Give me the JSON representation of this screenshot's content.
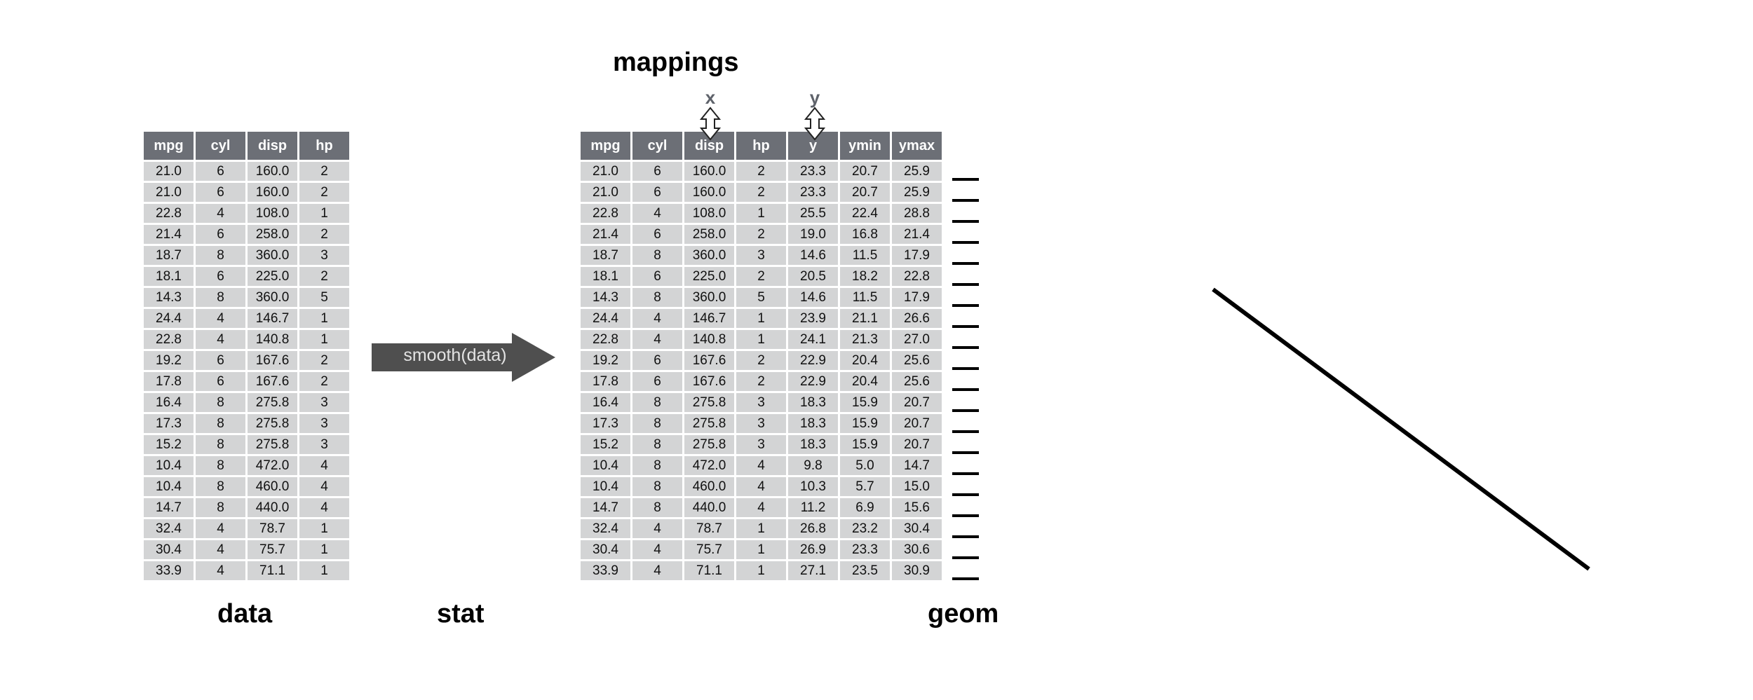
{
  "labels": {
    "mappings": "mappings",
    "data": "data",
    "stat": "stat",
    "geom": "geom",
    "x": "x",
    "y": "y",
    "stat_function": "smooth(data)"
  },
  "left_table": {
    "columns": [
      "mpg",
      "cyl",
      "disp",
      "hp"
    ],
    "rows": [
      [
        "21.0",
        "6",
        "160.0",
        "2"
      ],
      [
        "21.0",
        "6",
        "160.0",
        "2"
      ],
      [
        "22.8",
        "4",
        "108.0",
        "1"
      ],
      [
        "21.4",
        "6",
        "258.0",
        "2"
      ],
      [
        "18.7",
        "8",
        "360.0",
        "3"
      ],
      [
        "18.1",
        "6",
        "225.0",
        "2"
      ],
      [
        "14.3",
        "8",
        "360.0",
        "5"
      ],
      [
        "24.4",
        "4",
        "146.7",
        "1"
      ],
      [
        "22.8",
        "4",
        "140.8",
        "1"
      ],
      [
        "19.2",
        "6",
        "167.6",
        "2"
      ],
      [
        "17.8",
        "6",
        "167.6",
        "2"
      ],
      [
        "16.4",
        "8",
        "275.8",
        "3"
      ],
      [
        "17.3",
        "8",
        "275.8",
        "3"
      ],
      [
        "15.2",
        "8",
        "275.8",
        "3"
      ],
      [
        "10.4",
        "8",
        "472.0",
        "4"
      ],
      [
        "10.4",
        "8",
        "460.0",
        "4"
      ],
      [
        "14.7",
        "8",
        "440.0",
        "4"
      ],
      [
        "32.4",
        "4",
        "78.7",
        "1"
      ],
      [
        "30.4",
        "4",
        "75.7",
        "1"
      ],
      [
        "33.9",
        "4",
        "71.1",
        "1"
      ]
    ]
  },
  "right_table": {
    "columns": [
      "mpg",
      "cyl",
      "disp",
      "hp",
      "y",
      "ymin",
      "ymax"
    ],
    "rows": [
      [
        "21.0",
        "6",
        "160.0",
        "2",
        "23.3",
        "20.7",
        "25.9"
      ],
      [
        "21.0",
        "6",
        "160.0",
        "2",
        "23.3",
        "20.7",
        "25.9"
      ],
      [
        "22.8",
        "4",
        "108.0",
        "1",
        "25.5",
        "22.4",
        "28.8"
      ],
      [
        "21.4",
        "6",
        "258.0",
        "2",
        "19.0",
        "16.8",
        "21.4"
      ],
      [
        "18.7",
        "8",
        "360.0",
        "3",
        "14.6",
        "11.5",
        "17.9"
      ],
      [
        "18.1",
        "6",
        "225.0",
        "2",
        "20.5",
        "18.2",
        "22.8"
      ],
      [
        "14.3",
        "8",
        "360.0",
        "5",
        "14.6",
        "11.5",
        "17.9"
      ],
      [
        "24.4",
        "4",
        "146.7",
        "1",
        "23.9",
        "21.1",
        "26.6"
      ],
      [
        "22.8",
        "4",
        "140.8",
        "1",
        "24.1",
        "21.3",
        "27.0"
      ],
      [
        "19.2",
        "6",
        "167.6",
        "2",
        "22.9",
        "20.4",
        "25.6"
      ],
      [
        "17.8",
        "6",
        "167.6",
        "2",
        "22.9",
        "20.4",
        "25.6"
      ],
      [
        "16.4",
        "8",
        "275.8",
        "3",
        "18.3",
        "15.9",
        "20.7"
      ],
      [
        "17.3",
        "8",
        "275.8",
        "3",
        "18.3",
        "15.9",
        "20.7"
      ],
      [
        "15.2",
        "8",
        "275.8",
        "3",
        "18.3",
        "15.9",
        "20.7"
      ],
      [
        "10.4",
        "8",
        "472.0",
        "4",
        "9.8",
        "5.0",
        "14.7"
      ],
      [
        "10.4",
        "8",
        "460.0",
        "4",
        "10.3",
        "5.7",
        "15.0"
      ],
      [
        "14.7",
        "8",
        "440.0",
        "4",
        "11.2",
        "6.9",
        "15.6"
      ],
      [
        "32.4",
        "4",
        "78.7",
        "1",
        "26.8",
        "23.2",
        "30.4"
      ],
      [
        "30.4",
        "4",
        "75.7",
        "1",
        "26.9",
        "23.3",
        "30.6"
      ],
      [
        "33.9",
        "4",
        "71.1",
        "1",
        "27.1",
        "23.5",
        "30.9"
      ]
    ]
  },
  "colors": {
    "header_bg": "#6c6f76",
    "cell_bg": "#d3d4d5",
    "arrow_fill": "#4f4f4f",
    "label_gray": "#5e626a"
  }
}
